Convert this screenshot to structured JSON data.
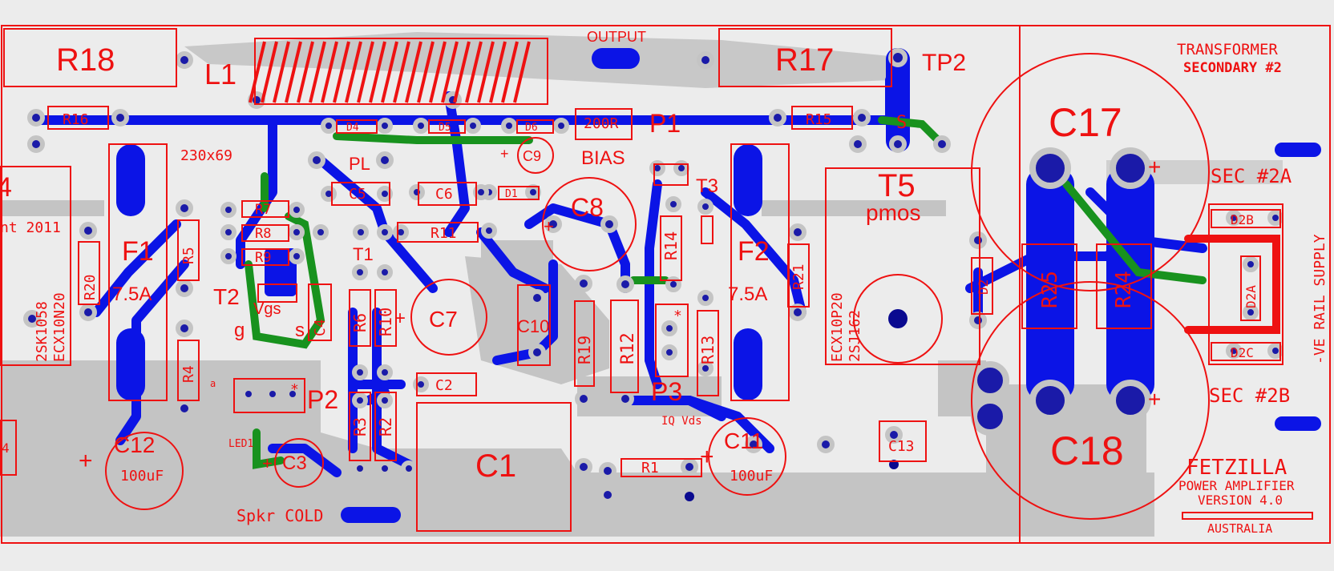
{
  "board": {
    "colors": {
      "background": "#ececec",
      "ground_plane": "#c4c4c4",
      "top_copper": "#0b14e6",
      "bottom_copper": "#18921e",
      "silkscreen": "#ee1111",
      "pad": "#1a1aa8"
    },
    "title": "FETZILLA",
    "subtitle_1": "POWER AMPLIFIER",
    "subtitle_2": "VERSION 4.0",
    "country": "AUSTRALIA",
    "transformer_1": "TRANSFORMER",
    "transformer_2": "SECONDARY #2",
    "sec_a": "SEC #2A",
    "sec_b": "SEC #2B",
    "rail": "-VE RAIL SUPPLY",
    "output": "OUTPUT",
    "spkr": "Spkr COLD",
    "bias": "BIAS",
    "pl": "PL",
    "osc": "230x69",
    "year_frag": "nt 2011",
    "left_part_1": "2SK1058",
    "left_part_2": "ECX10N20",
    "right_part_1": "ECX10P20",
    "right_part_2": "2SJ162",
    "t2_vgs": "Vgs",
    "t2_g": "g",
    "t2_s": "s",
    "t5_pmos": "pmos",
    "p3_label": "IQ Vds",
    "p2_a": "a",
    "led": "LED1",
    "bias_value": "200R",
    "star": "*",
    "plus": "+",
    "edge_4": "4",
    "s_pad": "S"
  },
  "components": {
    "R18": "R18",
    "L1": "L1",
    "R17": "R17",
    "TP2": "TP2",
    "R16": "R16",
    "R15": "R15",
    "D4": "D4",
    "D5": "D5",
    "D6": "D6",
    "D1": "D1",
    "D2": "D2",
    "D2A": "D2A",
    "D2B": "D2B",
    "D2C": "D2C",
    "P1": "P1",
    "P2": "P2",
    "P3": "P3",
    "C3": "C3",
    "C5": "C5",
    "C6": "C6",
    "C7": "C7",
    "C8": "C8",
    "C9": "C9",
    "C10": "C10",
    "C11": "C11",
    "C12": "C12",
    "C13": "C13",
    "C17": "C17",
    "C18": "C18",
    "C1": "C1",
    "C2": "C2",
    "C4": "C4",
    "R1": "R1",
    "R2": "R2",
    "R3": "R3",
    "R4": "R4",
    "R5": "R5",
    "R6": "R6",
    "R7": "R7",
    "R8": "R8",
    "R9": "R9",
    "R10": "R10",
    "R11": "R11",
    "R12": "R12",
    "R13": "R13",
    "R14": "R14",
    "R19": "R19",
    "R20": "R20",
    "R21": "R21",
    "R24": "R24",
    "R25": "R25",
    "T1": "T1",
    "T2": "T2",
    "T3": "T3",
    "T5": "T5",
    "F1": "F1",
    "F2": "F2",
    "F1_rating": "7.5A",
    "F2_rating": "7.5A",
    "C11_value": "100uF",
    "C12_value": "100uF"
  }
}
